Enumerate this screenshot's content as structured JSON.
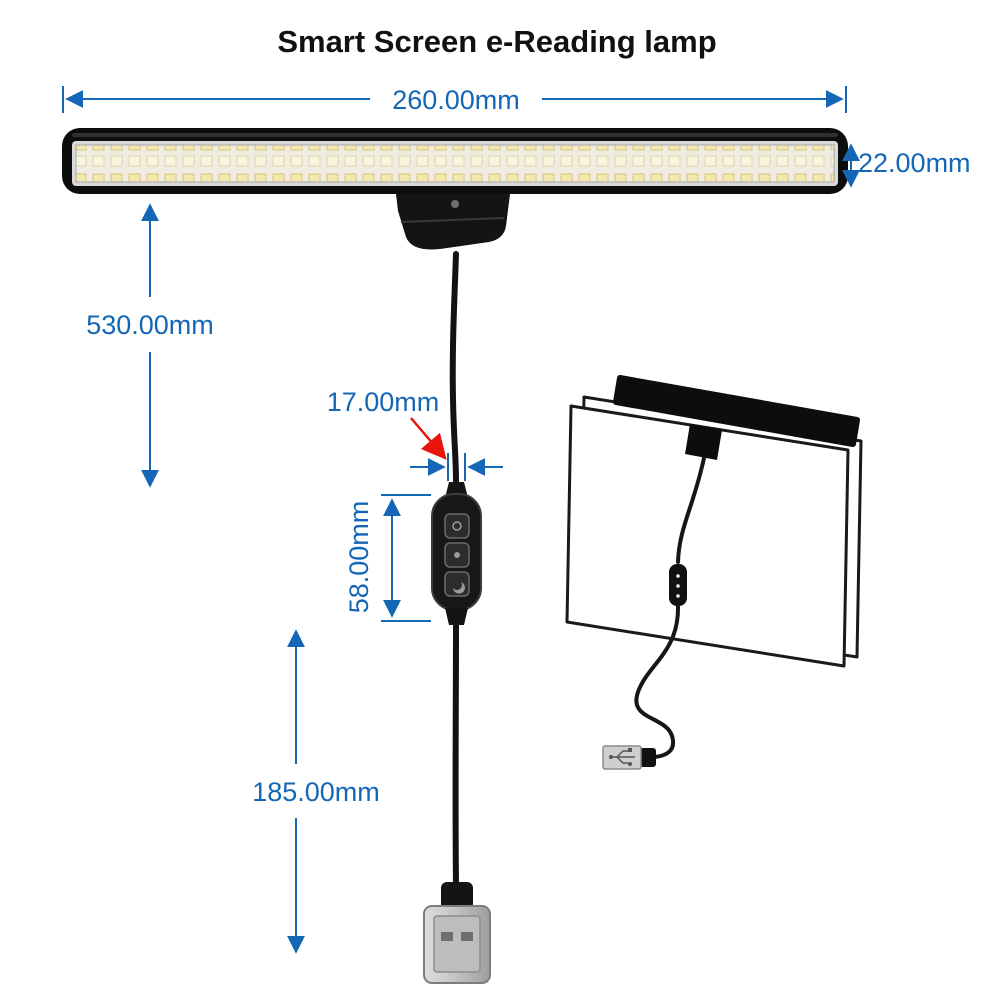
{
  "title": "Smart Screen e-Reading lamp",
  "dimensions": {
    "lamp_width": "260.00mm",
    "lamp_height": "22.00mm",
    "cable_upper_length": "530.00mm",
    "cable_diameter": "17.00mm",
    "controller_length": "58.00mm",
    "cable_lower_length": "185.00mm"
  },
  "illustration": {
    "description": "lamp mounted on monitor with USB cable",
    "controller_button_count": 3
  },
  "colors": {
    "dimension": "#1467b6",
    "pointer": "#e8140c",
    "lamp_body": "#0d0d0d",
    "background": "#ffffff"
  }
}
